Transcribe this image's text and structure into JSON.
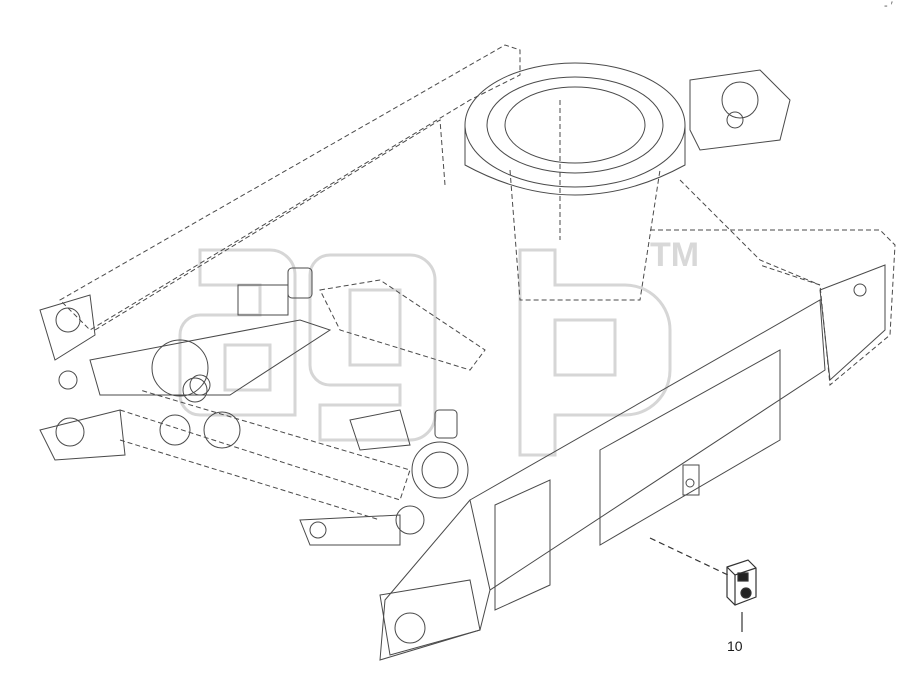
{
  "diagram": {
    "callouts": [
      {
        "id": "callout-10",
        "label": "10"
      }
    ],
    "watermark": {
      "logo_text": "agp",
      "trademark": "TM",
      "color": "#d6d6d6"
    },
    "corner_mark": "- ′",
    "line_color": "#4a4a4a",
    "hidden_line_color": "#777777"
  }
}
